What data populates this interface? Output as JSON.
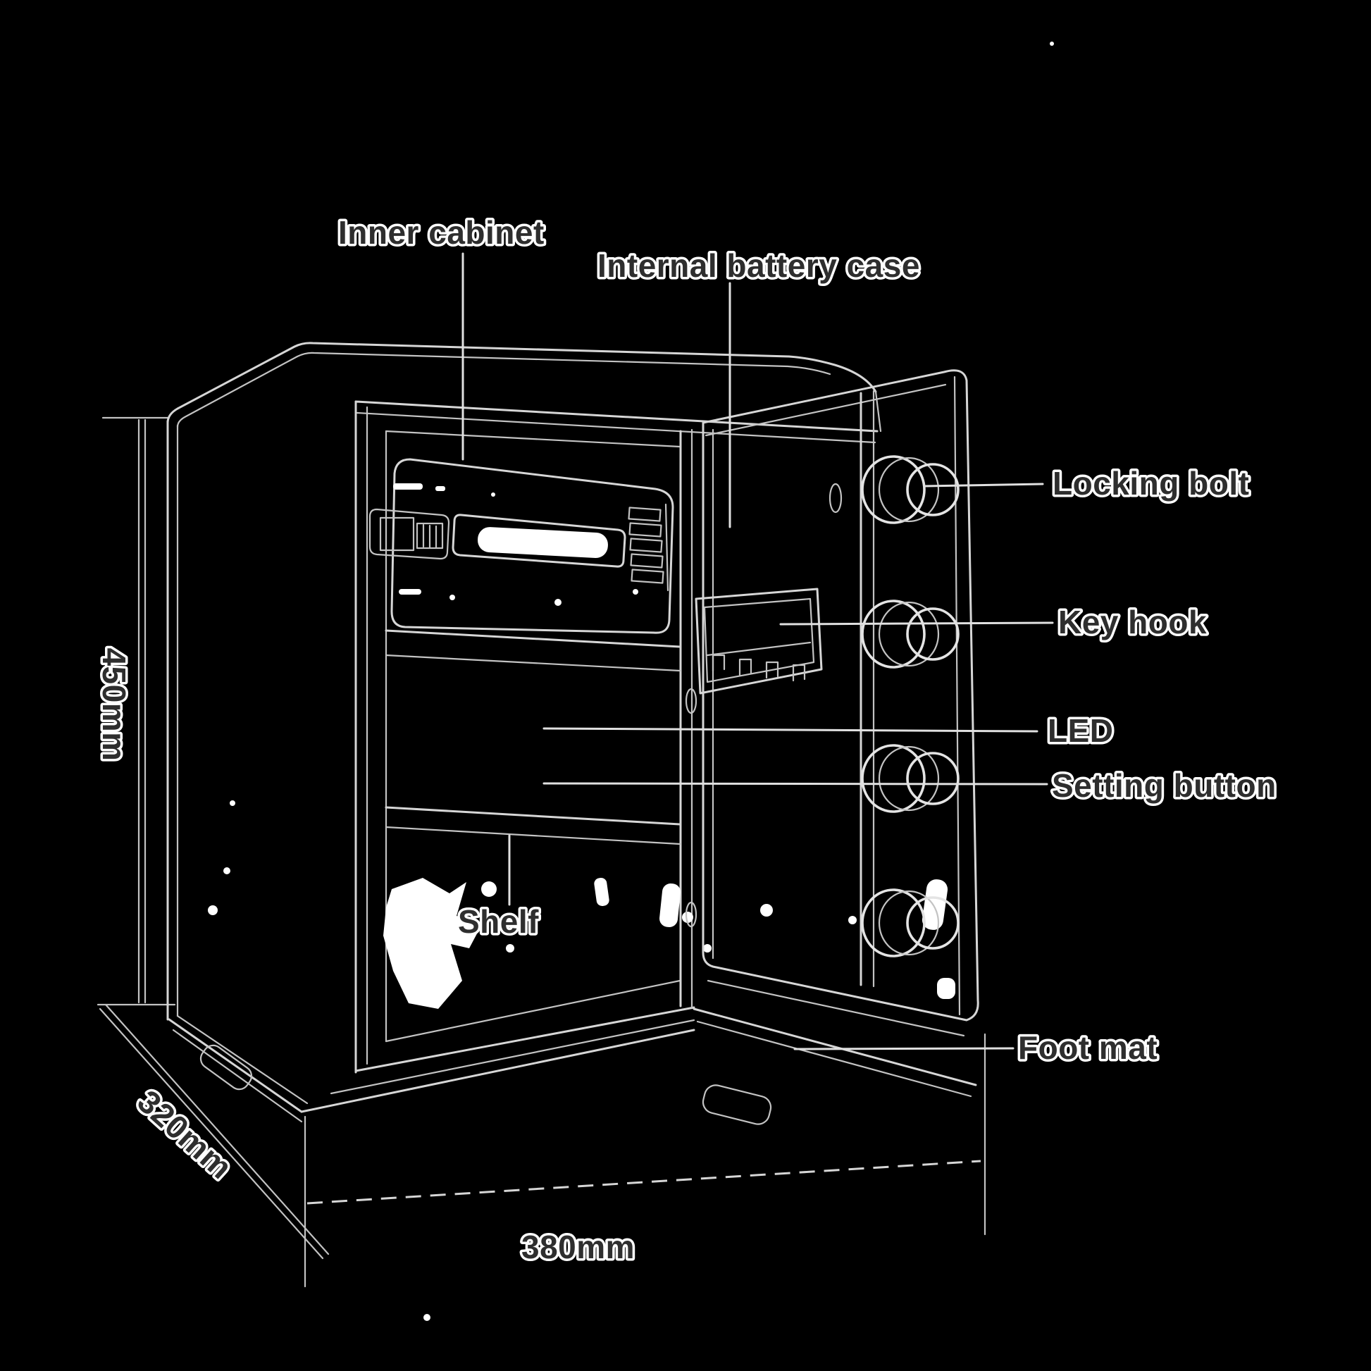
{
  "diagram": {
    "type": "safe-box-parts-diagram",
    "labels": {
      "inner_cabinet": "Inner cabinet",
      "internal_battery_case": "Internal battery case",
      "locking_bolt": "Locking bolt",
      "key_hook": "Key hook",
      "led": "LED",
      "setting_button": "Setting button",
      "shelf": "Shelf",
      "foot_mat": "Foot mat"
    },
    "dimensions": {
      "height": "450mm",
      "depth": "320mm",
      "width": "380mm"
    },
    "colors": {
      "background": "#000000",
      "line": "#d6d6d6",
      "label_text": "#2e2e2e",
      "label_halo": "#ffffff"
    }
  }
}
